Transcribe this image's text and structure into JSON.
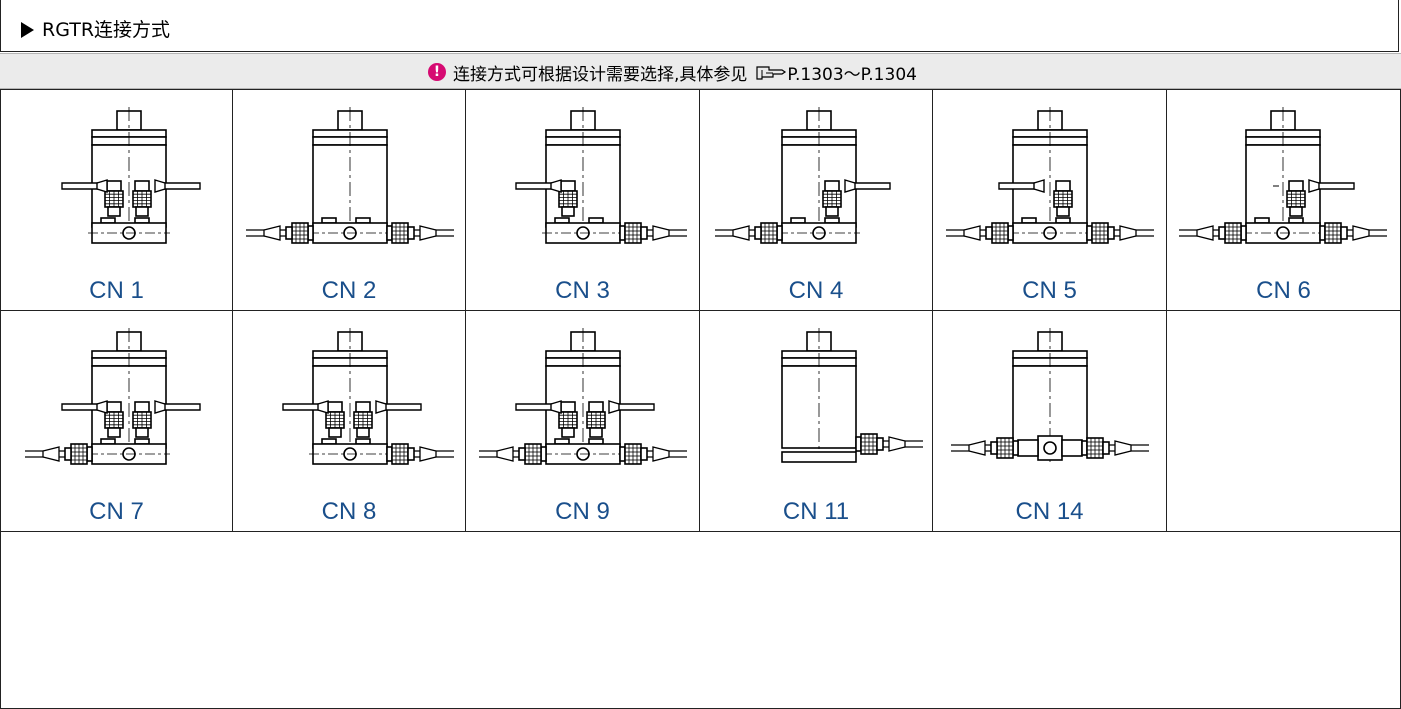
{
  "section": {
    "title": "RGTR连接方式"
  },
  "note": {
    "icon": "exclamation-icon",
    "text": "连接方式可根据设计需要选择,具体参见",
    "ref_icon": "pointing-hand-icon",
    "ref_text": "P.1303～P.1304",
    "icon_color": "#d60a72"
  },
  "connections": [
    {
      "label": "CN 1"
    },
    {
      "label": "CN 2"
    },
    {
      "label": "CN 3"
    },
    {
      "label": "CN 4"
    },
    {
      "label": "CN 5"
    },
    {
      "label": "CN 6"
    },
    {
      "label": "CN 7"
    },
    {
      "label": "CN 8"
    },
    {
      "label": "CN 9"
    },
    {
      "label": "CN 11"
    },
    {
      "label": "CN 14"
    },
    {
      "label": ""
    }
  ],
  "colors": {
    "caption": "#1a4f8b",
    "note_bg": "#ebebeb"
  }
}
